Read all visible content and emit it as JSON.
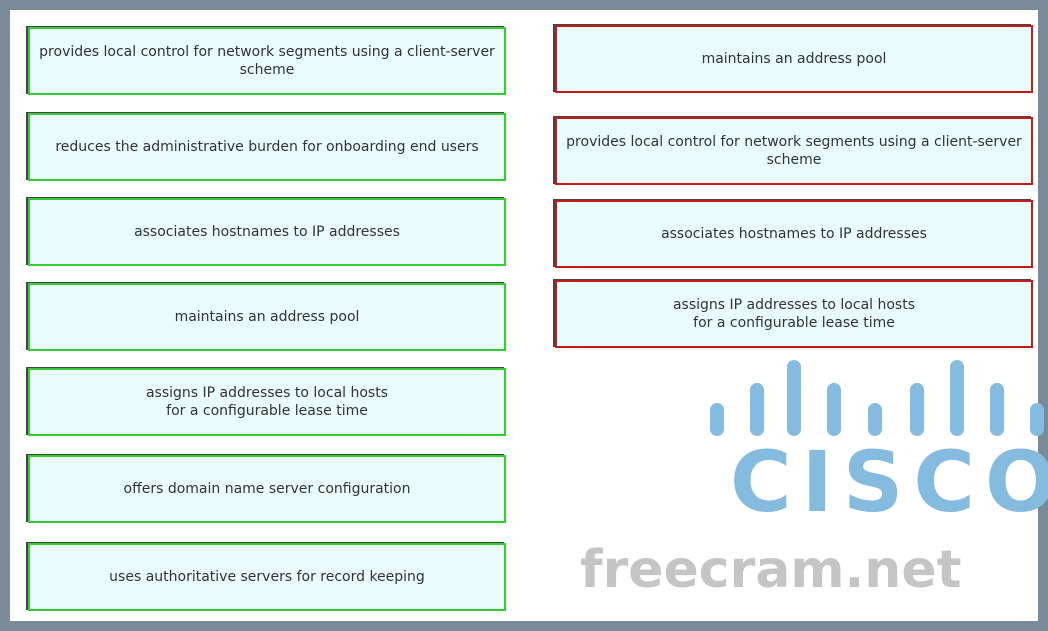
{
  "left_options": [
    "provides local control for network segments using a client-server scheme",
    "reduces the administrative burden for onboarding end users",
    "associates hostnames to IP addresses",
    "maintains an address pool",
    "assigns IP addresses to local hosts\nfor a configurable lease time",
    "offers domain name server configuration",
    "uses authoritative servers for record keeping"
  ],
  "right_targets": [
    "maintains an address pool",
    "provides local control for network segments using a client-server scheme",
    "associates hostnames to IP addresses",
    "assigns IP addresses to local hosts\nfor a configurable lease time"
  ],
  "logo": "CISCO",
  "watermark": "freecram.net",
  "colors": {
    "correct": "#33cc33",
    "selected": "#c41a1a",
    "logo": "#86bbe0"
  }
}
